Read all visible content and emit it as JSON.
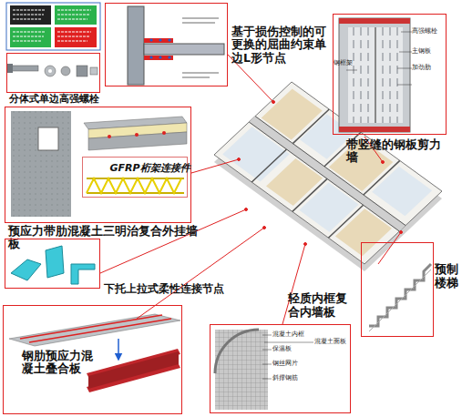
{
  "diagram": {
    "nodes": [
      {
        "text": [
          "基于损伤控制的可更换的屈曲约束单边L形节点"
        ]
      },
      {
        "text": [
          "分体式单边高强螺栓"
        ]
      },
      {
        "text": [
          "带竖缝的钢板剪力墙"
        ]
      },
      {
        "text": [
          "预应力带肋混凝土三明治复合外挂墙板"
        ]
      },
      {
        "text": [
          "GFRP桁架连接件"
        ],
        "in": 3
      },
      {
        "text": [
          "下托上拉式柔性连接节点"
        ]
      },
      {
        "text": [
          "预制楼梯"
        ]
      },
      {
        "text": [
          "轻质内框复合内墙板"
        ]
      },
      {
        "text": [
          "钢肋预应力混凝土叠合板"
        ]
      }
    ],
    "labels": [
      "钢框架",
      "高强螺栓",
      "主钢板",
      "加劲肋",
      "混凝土内框",
      "保温板",
      "钢丝网片",
      "斜撑钢筋",
      "混凝土面板"
    ]
  }
}
